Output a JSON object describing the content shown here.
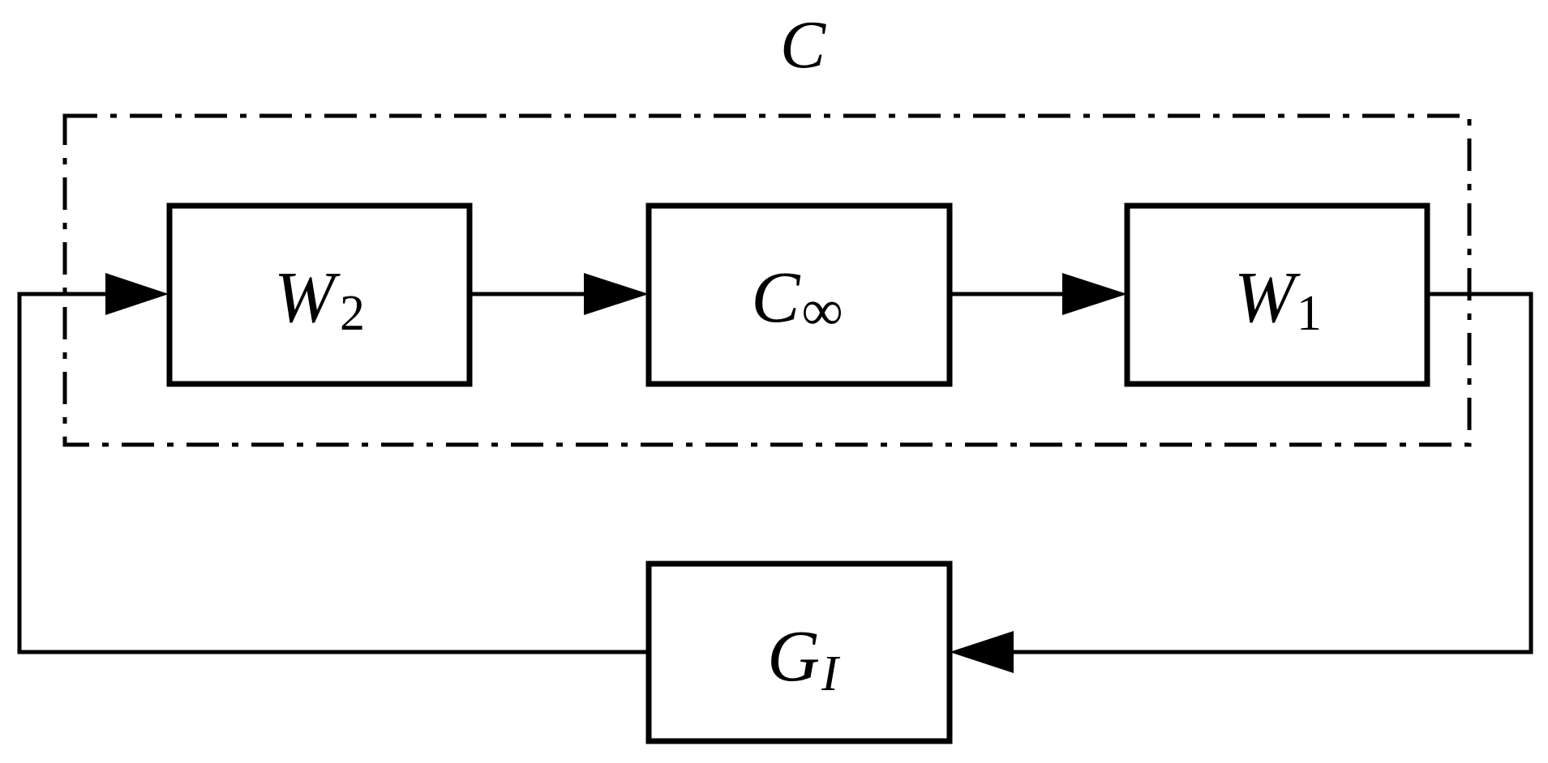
{
  "diagram": {
    "group_label": "C",
    "blocks": {
      "w2": {
        "main": "W",
        "sub": "2"
      },
      "cinf": {
        "main": "C",
        "sub": "∞"
      },
      "w1": {
        "main": "W",
        "sub": "1"
      },
      "gi": {
        "main": "G",
        "sub": "I"
      }
    }
  }
}
